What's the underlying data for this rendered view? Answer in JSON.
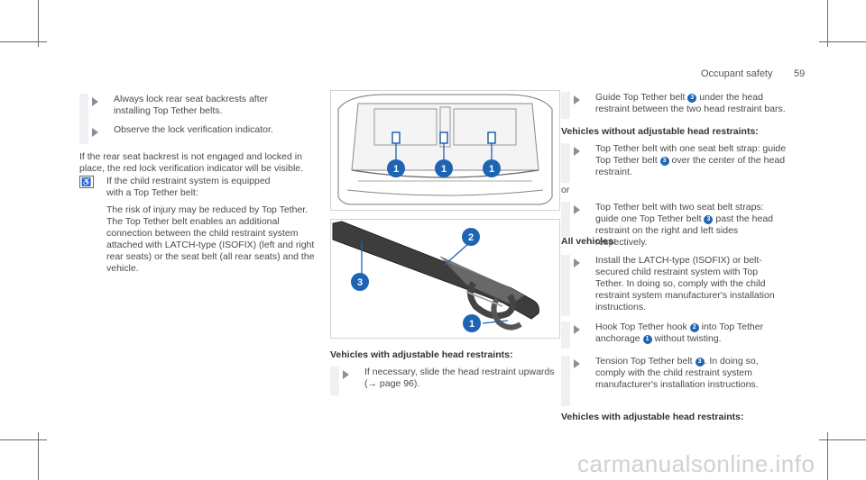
{
  "header": {
    "section": "Occupant safety",
    "page_number": "59"
  },
  "col1": {
    "bullets": [
      "Always lock rear seat backrests after installing Top Tether belts.",
      "Observe the lock verification indicator."
    ],
    "para1": "If the rear seat backrest is not engaged and locked in place, the red lock verification indicator will be visible.",
    "note_icon": "child-seat-icon",
    "note1": "If the child restraint system is equipped with a Top Tether belt:",
    "note2": "The risk of injury may be reduced by Top Tether. The Top Tether belt enables an additional connection between the child restraint system attached with LATCH-type (ISOFIX) (left and right rear seats) or the seat belt (all rear seats) and the vehicle."
  },
  "col2": {
    "fig1_markers": [
      "1",
      "1",
      "1"
    ],
    "fig2_markers": [
      "2",
      "3",
      "1"
    ],
    "heading": "Vehicles with adjustable head restraints:",
    "step_a": "If necessary, slide the head restraint upwards",
    "step_b": "(→ page 96)."
  },
  "col3": {
    "step1_a": "Guide Top Tether belt",
    "step1_n": "3",
    "step1_b": "under the head restraint between the two head restraint bars.",
    "heading1": "Vehicles without adjustable head restraints:",
    "step2_a": "Top Tether belt with one seat belt strap: guide Top Tether belt",
    "step2_n": "3",
    "step2_b": "over the center of the head restraint.",
    "or": "or",
    "step3_a": "Top Tether belt with two seat belt straps: guide one Top Tether belt",
    "step3_n": "3",
    "step3_b": "past the head restraint on the right and left sides respectively.",
    "heading2": "All vehicles:",
    "step4": "Install the LATCH-type (ISOFIX) or belt-secured child restraint system with Top Tether. In doing so, comply with the child restraint system manufacturer's installation instructions.",
    "step5_a": "Hook Top Tether hook",
    "step5_n1": "2",
    "step5_b": "into Top Tether anchorage",
    "step5_n2": "1",
    "step5_c": "without twisting.",
    "step6_a": "Tension Top Tether belt",
    "step6_n": "3",
    "step6_b": ". In doing so, comply with the child restraint system manufacturer's installation instructions.",
    "heading3": "Vehicles with adjustable head restraints:"
  },
  "footer": {
    "watermark": "carmanualsonline.info"
  },
  "colors": {
    "marker": "#1d64b4",
    "bar": "#eef0f2",
    "arrow": "#8a8f96"
  }
}
